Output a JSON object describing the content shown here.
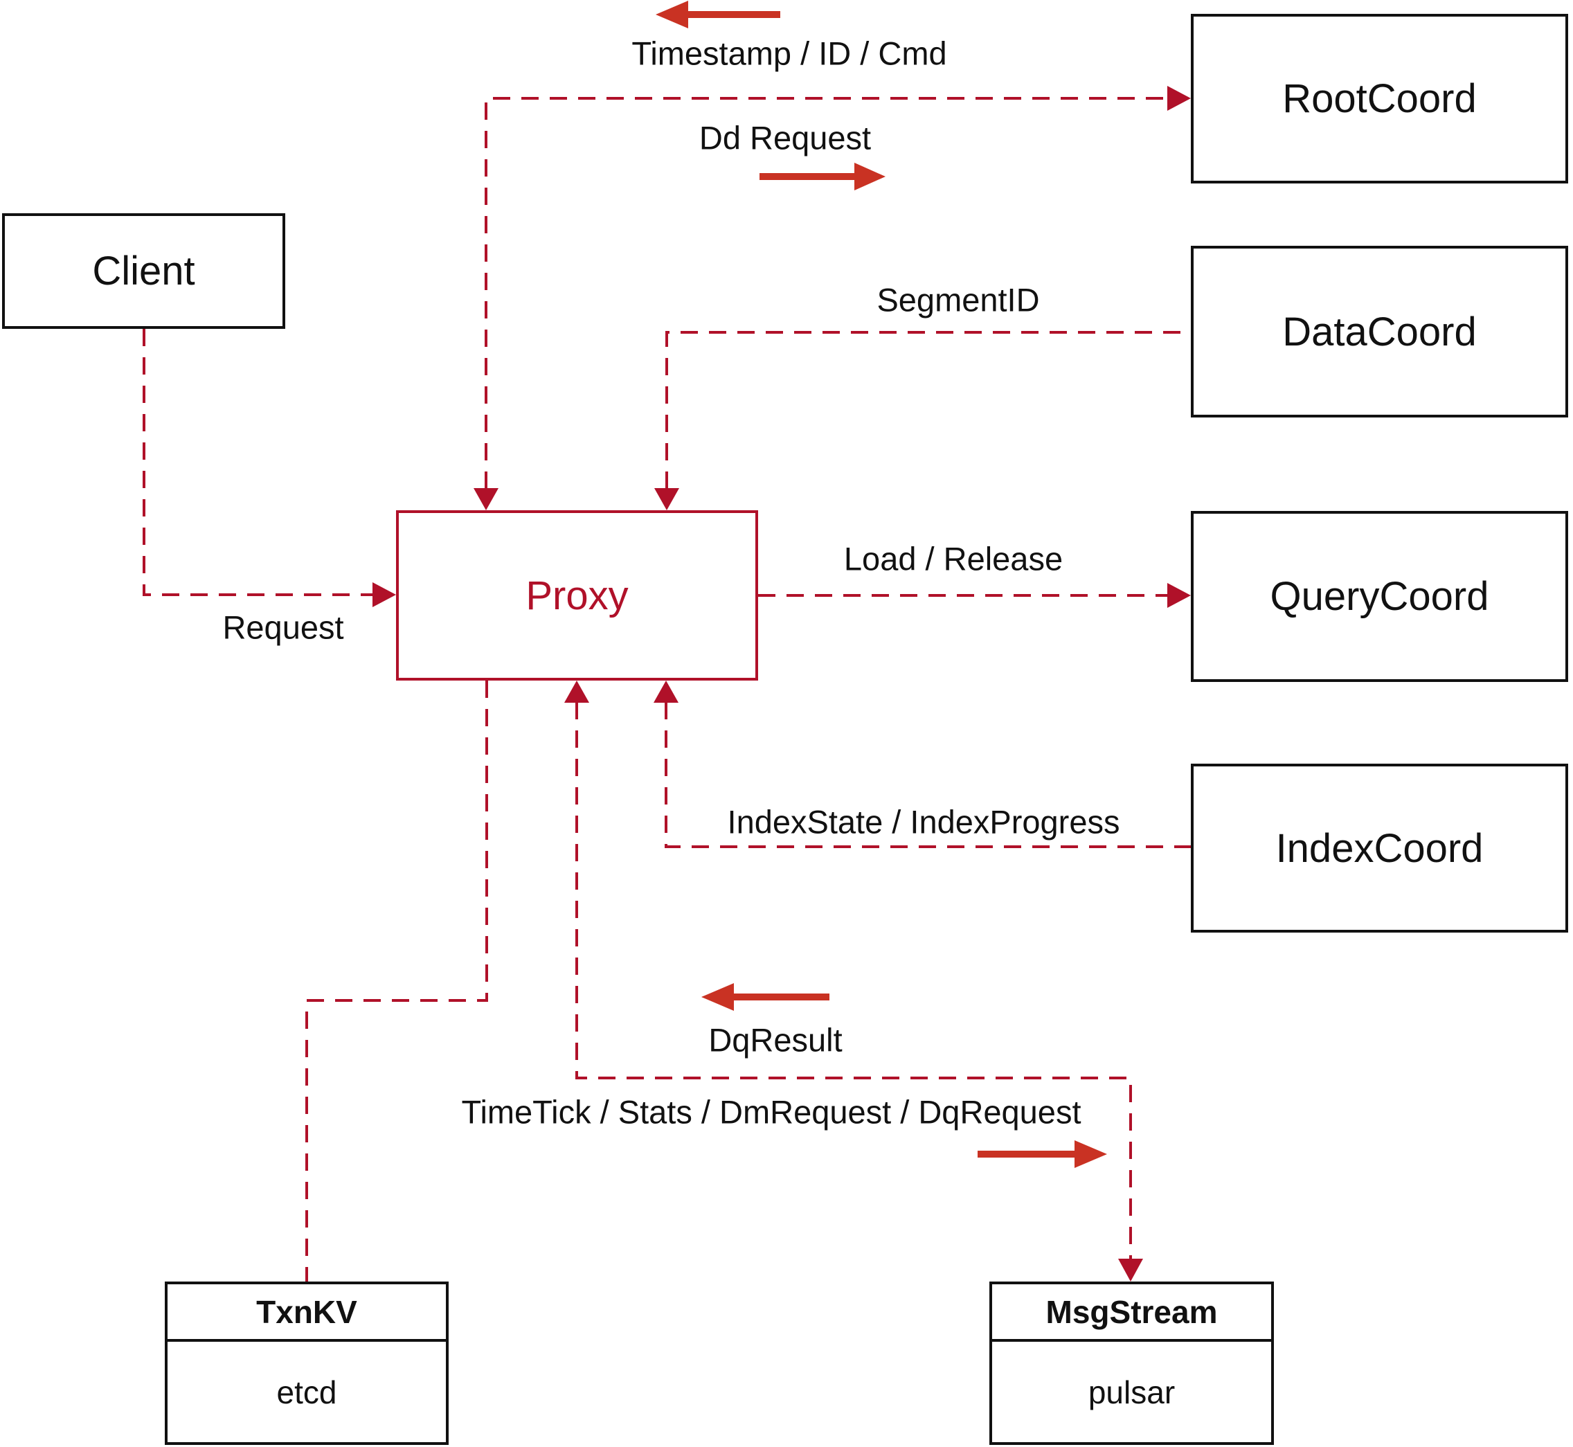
{
  "diagram": {
    "nodes": {
      "client": {
        "label": "Client"
      },
      "proxy": {
        "label": "Proxy"
      },
      "root_coord": {
        "label": "RootCoord"
      },
      "data_coord": {
        "label": "DataCoord"
      },
      "query_coord": {
        "label": "QueryCoord"
      },
      "index_coord": {
        "label": "IndexCoord"
      },
      "txn_kv": {
        "title": "TxnKV",
        "subtitle": "etcd"
      },
      "msg_stream": {
        "title": "MsgStream",
        "subtitle": "pulsar"
      }
    },
    "edge_labels": {
      "timestamp": "Timestamp / ID / Cmd",
      "dd_request": "Dd Request",
      "segment_id": "SegmentID",
      "load_release": "Load / Release",
      "request": "Request",
      "index_state": "IndexState / IndexProgress",
      "dq_result": "DqResult",
      "timetick": "TimeTick / Stats / DmRequest / DqRequest"
    },
    "colors": {
      "dashed_red": "#b01129",
      "solid_arrow_red": "#c93223",
      "box_border": "#111111"
    }
  }
}
